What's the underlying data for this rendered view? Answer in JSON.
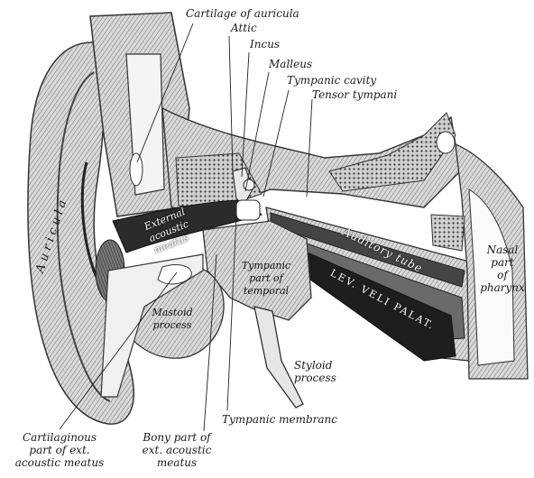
{
  "labels": {
    "cartilage_auricula": "Cartilage of auricula",
    "attic": "Attic",
    "incus": "Incus",
    "malleus": "Malleus",
    "tympanic_cavity": "Tympanic cavity",
    "tensor_tympani": "Tensor tympani",
    "auricula": "Auricula",
    "external_acoustic_meatus": "External\nacoustic\nmeatus",
    "auditory_tube": "Auditory tube",
    "nasal_pharynx": "Nasal\npart\nof\npharynx",
    "tympanic_temporal": "Tympanic\npart of\ntemporal",
    "lev_veli_palat": "LEV. VELI PALAT.",
    "mastoid_process": "Mastoid\nprocess",
    "styloid_process": "Styloid\nprocess",
    "tympanic_membrane": "Tympanic membranc",
    "cartilaginous_part": "Cartilaginous\npart of ext.\nacoustic meatus",
    "bony_part": "Bony part of\next. acoustic\nmeatus"
  }
}
